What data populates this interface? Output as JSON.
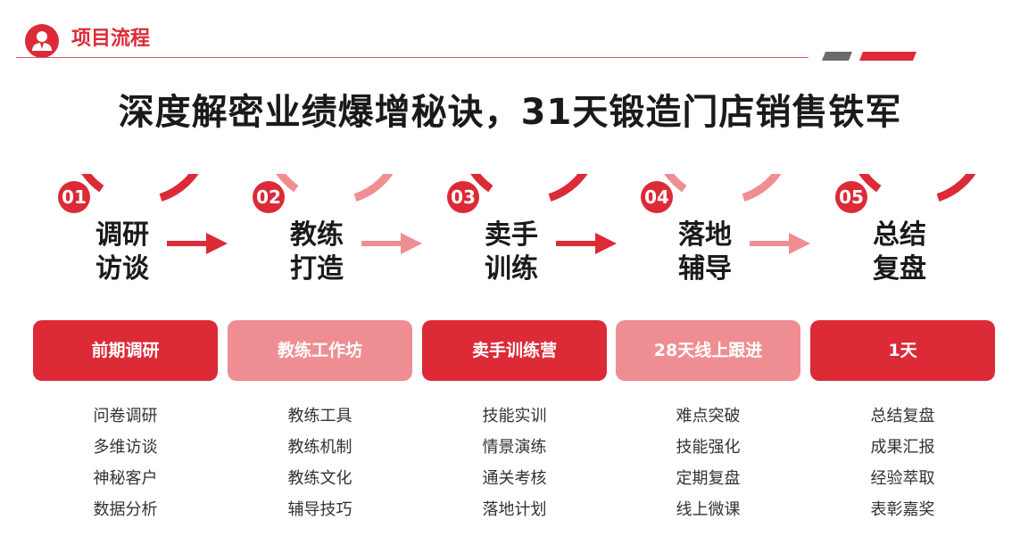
{
  "header": {
    "title": "项目流程",
    "icon": "person-icon"
  },
  "main_title": "深度解密业绩爆增秘诀，31天锻造门店销售铁军",
  "colors": {
    "primary": "#dc2a37",
    "light": "#ef8e92",
    "gray": "#6b6b6b"
  },
  "steps": [
    {
      "num": "01",
      "name": [
        "调研",
        "访谈"
      ],
      "phase": "前期调研",
      "items": [
        "问卷调研",
        "多维访谈",
        "神秘客户",
        "数据分析"
      ]
    },
    {
      "num": "02",
      "name": [
        "教练",
        "打造"
      ],
      "phase": "教练工作坊",
      "items": [
        "教练工具",
        "教练机制",
        "教练文化",
        "辅导技巧"
      ]
    },
    {
      "num": "03",
      "name": [
        "卖手",
        "训练"
      ],
      "phase": "卖手训练营",
      "items": [
        "技能实训",
        "情景演练",
        "通关考核",
        "落地计划"
      ]
    },
    {
      "num": "04",
      "name": [
        "落地",
        "辅导"
      ],
      "phase": "28天线上跟进",
      "items": [
        "难点突破",
        "技能强化",
        "定期复盘",
        "线上微课"
      ]
    },
    {
      "num": "05",
      "name": [
        "总结",
        "复盘"
      ],
      "phase": "1天",
      "items": [
        "总结复盘",
        "成果汇报",
        "经验萃取",
        "表彰嘉奖"
      ]
    }
  ]
}
